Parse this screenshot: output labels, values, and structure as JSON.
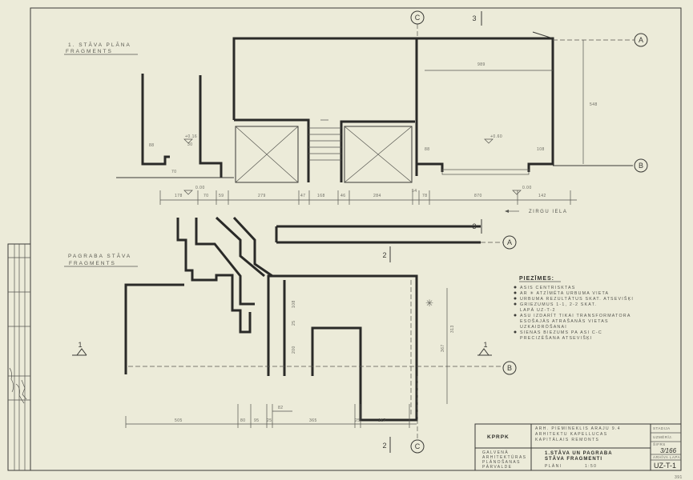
{
  "drawing": {
    "upper_title": [
      "1. STĀVA PLĀNA",
      "FRAGMENTS"
    ],
    "lower_title": [
      "PAGRABA STĀVA",
      "FRAGMENTS"
    ],
    "street": "ZIRGU IELA",
    "axes": {
      "a": "A",
      "b": "B",
      "c": "C"
    },
    "sections": {
      "s1": "1",
      "s2": "2",
      "s3": "3"
    },
    "levels": {
      "l1": "+0.16",
      "l2": "0.00",
      "l3": "+0.60",
      "l4": "0.00"
    },
    "upper_dims": [
      "178",
      "70",
      "59",
      "279",
      "47",
      "168",
      "46",
      "284",
      "54",
      "78",
      "870",
      "142"
    ],
    "upper_misc": {
      "a": "88",
      "b": "30",
      "c": "70",
      "d": "88",
      "e": "108",
      "f": "989",
      "g": "548"
    },
    "lower_dims": [
      "505",
      "80",
      "95",
      "25",
      "365",
      "25",
      "217"
    ],
    "lower_misc": {
      "a": "82",
      "b": "108",
      "c": "25",
      "d": "200",
      "e": "313",
      "f": "367"
    },
    "borehole_mark": "✳"
  },
  "notes": {
    "title": "PIEZĪMES:",
    "items": [
      "ASIS CENTRISKTAS",
      "AR ✳ ATZĪMĒTA URBUMA VIETA",
      "URBUMA REZULTĀTUS SKAT. ATSEVIŠĶI",
      "GRIEZUMUS 1-1, 2-2 SKAT.",
      "LAPĀ UZ-T-2",
      "ASU IZDARĪT TIKAI TRANSFORMATORA",
      "ESOŠAJĀS ATRAŠANĀS VIETAS",
      "UZKAIDRŌŠANAI",
      "SIENAS BIEZUMS PA ASI C-C",
      "PRECIZĒŠANA ATSEVIŠĶI"
    ]
  },
  "title_block": {
    "org": "KPRPK",
    "project": [
      "ARH. PIEMINEKLIS ARAJU 9.4",
      "ARHITEKTU KAPELLUCAS",
      "KAPITĀLAIS REMONTS"
    ],
    "authority": [
      "GALVENĀ",
      "ARHITEKTŪRAS",
      "PLĀNOŠANAS",
      "PĀRVALDE"
    ],
    "sheet_title": [
      "1.STĀVA UN PAGRABA",
      "STĀVA FRAGMENTI"
    ],
    "plans": "PLĀNI",
    "scale": "1:50",
    "stage_label": "STADIJA",
    "stage_value": "UZMĒRĪJ.",
    "code_label": "ŠIFRS",
    "code_value": "3/166",
    "sheet_label": "ARHĪVA LAPA",
    "sheet_value": "UZ-T-1",
    "corner": "391"
  }
}
